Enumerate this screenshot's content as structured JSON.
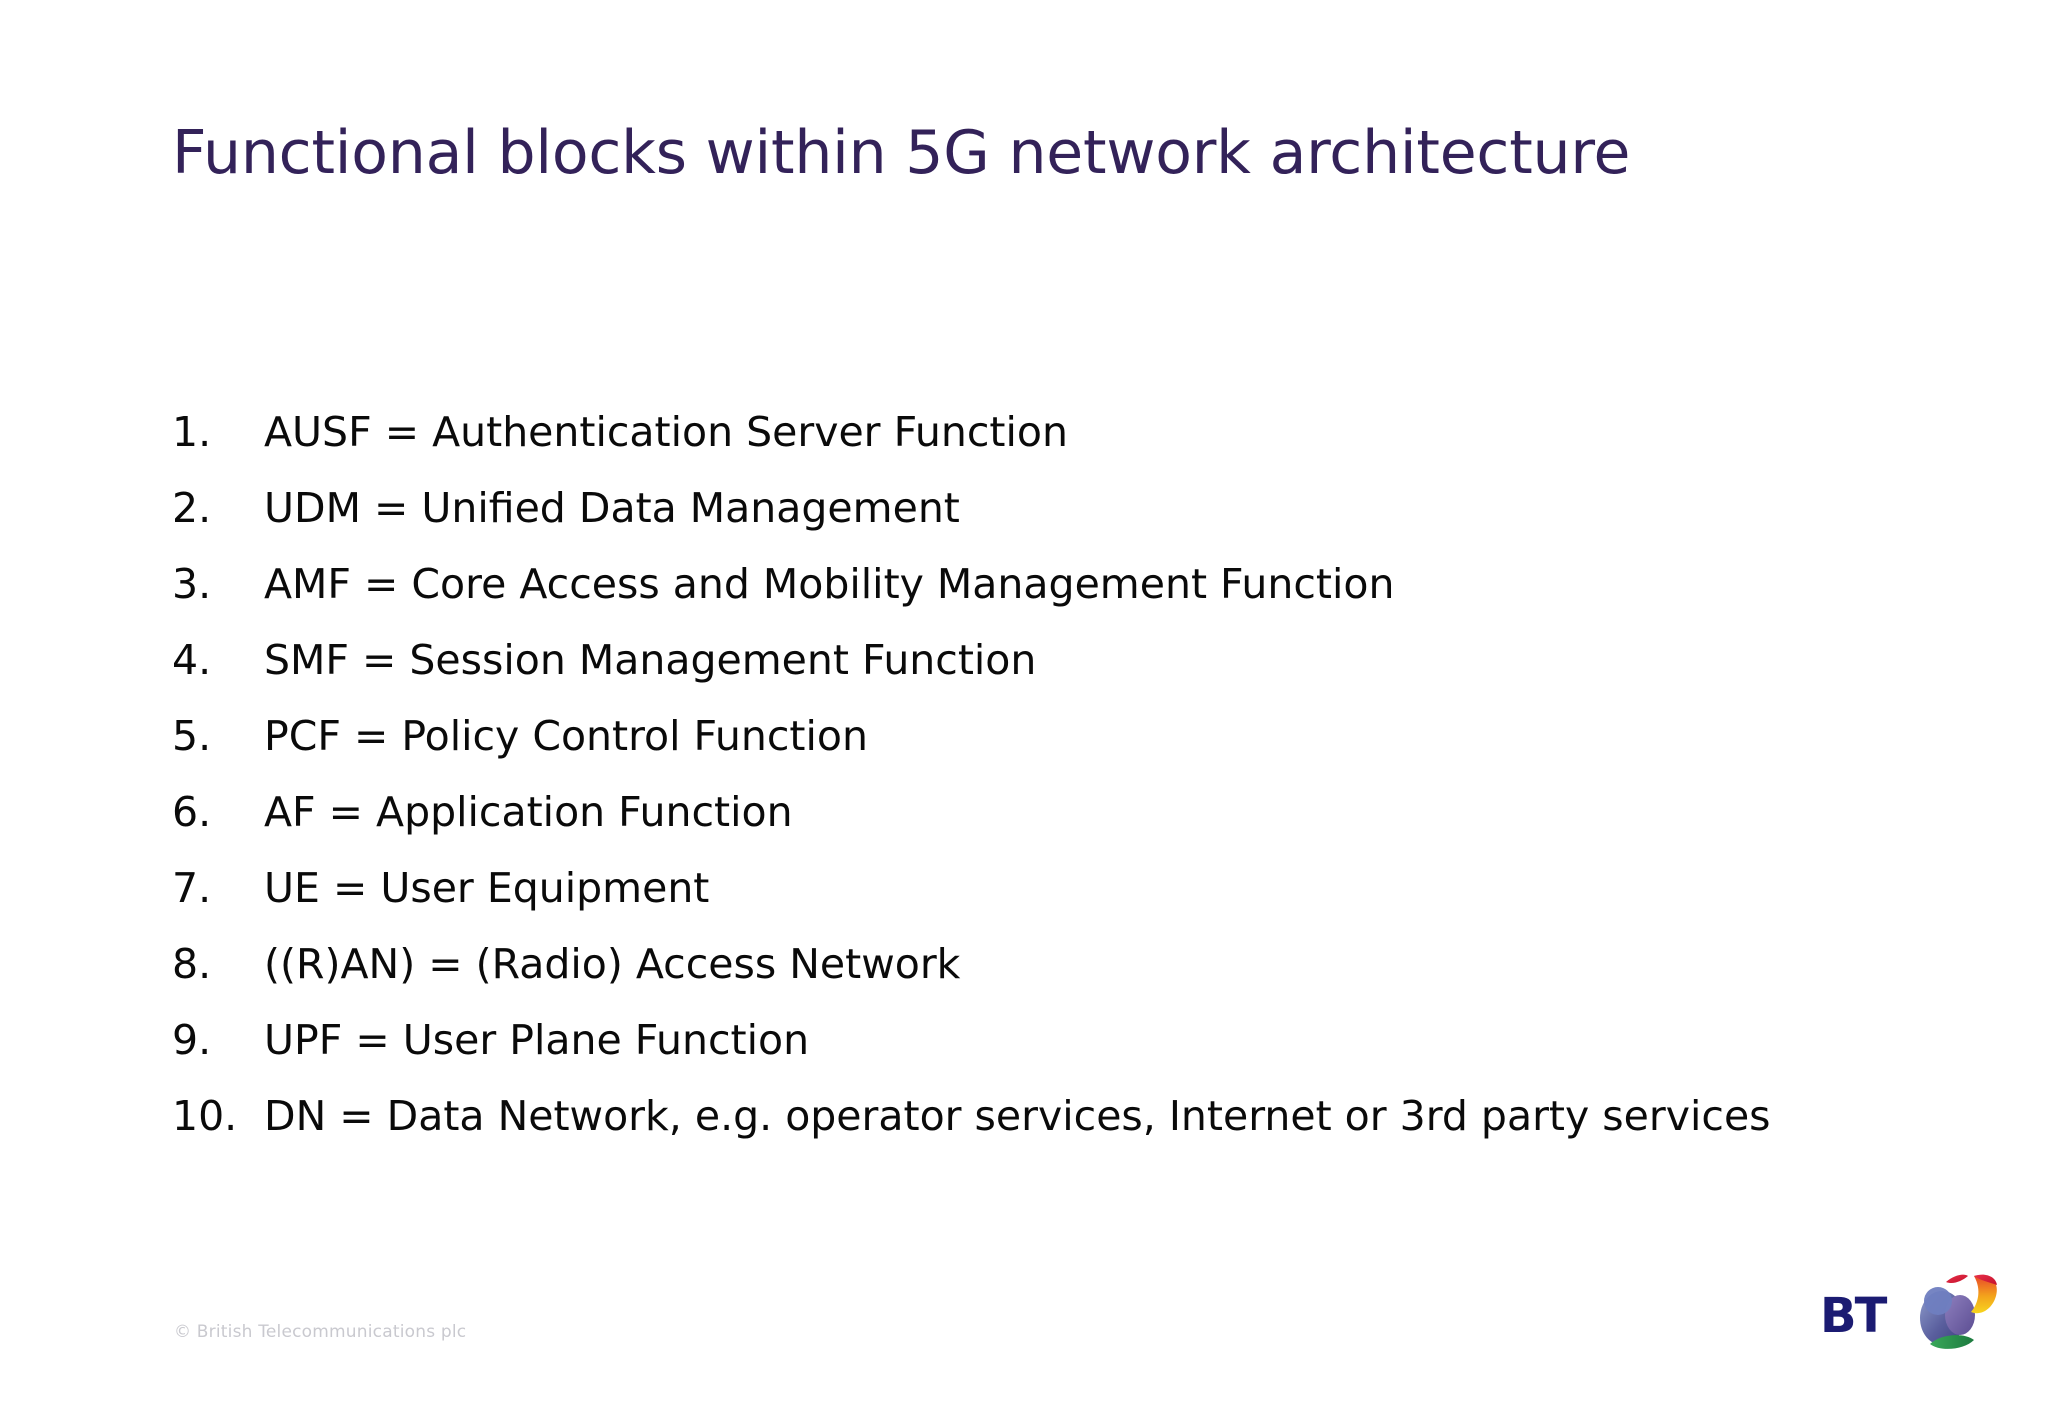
{
  "slide": {
    "title": "Functional blocks within 5G network architecture",
    "background_color": "#ffffff",
    "title_color": "#332259",
    "body_text_color": "#0a0a0a",
    "footer_color": "#c9c9cf",
    "logo_color": "#1b1b72"
  },
  "list": {
    "items": [
      {
        "number": "1.",
        "text": "AUSF = Authentication Server Function"
      },
      {
        "number": "2.",
        "text": "UDM = Unified Data Management"
      },
      {
        "number": "3.",
        "text": "AMF = Core Access and Mobility Management Function"
      },
      {
        "number": "4.",
        "text": "SMF = Session Management Function"
      },
      {
        "number": "5.",
        "text": "PCF = Policy Control Function"
      },
      {
        "number": "6.",
        "text": "AF = Application Function"
      },
      {
        "number": "7.",
        "text": "UE = User Equipment"
      },
      {
        "number": "8.",
        "text": "((R)AN) = (Radio) Access Network"
      },
      {
        "number": "9.",
        "text": "UPF = User Plane Function"
      },
      {
        "number": "10.",
        "text": "DN = Data Network, e.g. operator services, Internet or 3rd party services"
      }
    ]
  },
  "footer": {
    "copyright": "© British Telecommunications plc"
  },
  "logo": {
    "wordmark": "BT",
    "icon_name": "bt-globe-icon"
  }
}
